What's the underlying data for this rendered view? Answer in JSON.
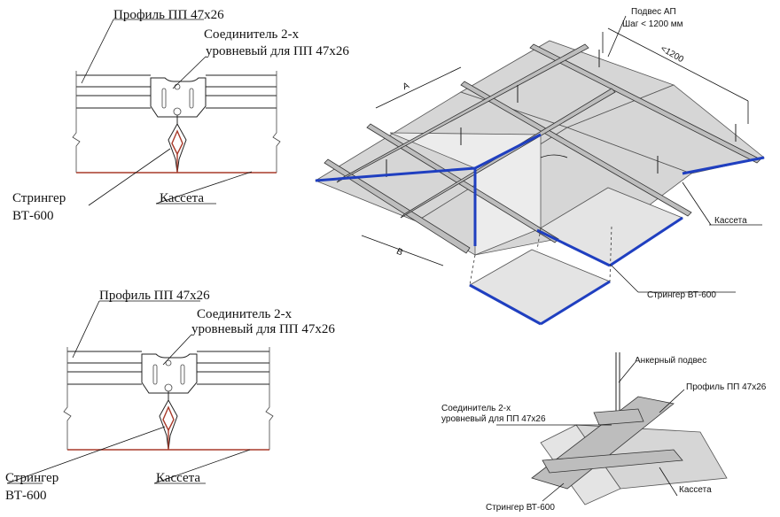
{
  "detail_top": {
    "profile_label": "Профиль ПП 47х26",
    "connector_line1": "Соединитель 2-х",
    "connector_line2": "уровневый для ПП 47х26",
    "stringer_line1": "Стрингер",
    "stringer_line2": "ВТ-600",
    "cassette_label": "Кассета"
  },
  "detail_bottom": {
    "profile_label": "Профиль ПП 47х26",
    "connector_line1": "Соединитель 2-х",
    "connector_line2": "уровневый для ПП 47х26",
    "stringer_line1": "Стрингер",
    "stringer_line2": "ВТ-600",
    "cassette_label": "Кассета"
  },
  "isometric": {
    "hanger_line1": "Подвес АП",
    "hanger_line2": "Шаг < 1200 мм",
    "dim_1200": "<1200",
    "dim_a": "А",
    "dim_b": "В",
    "cassette_label": "Кассета",
    "stringer_label": "Стрингер ВТ-600",
    "colors": {
      "stringer_edge": "#1f3fc0",
      "panel": "#d6d6d6"
    }
  },
  "closeup": {
    "anchor_label": "Анкерный подвес",
    "profile_label": "Профиль ПП 47х26",
    "connector_line1": "Соединитель 2-х",
    "connector_line2": "уровневый для ПП 47х26",
    "cassette_label": "Кассета",
    "stringer_label": "Стрингер ВТ-600"
  }
}
